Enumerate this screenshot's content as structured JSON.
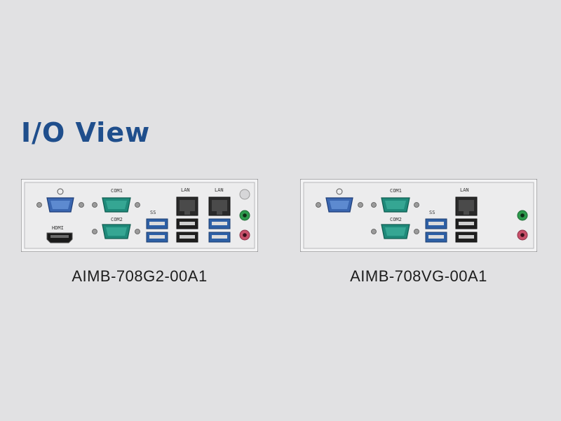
{
  "title": "I/O View",
  "colors": {
    "title": "#1f4e8c",
    "panel": "#eeeeef",
    "com_port": "#1f8a7a",
    "vga_port": "#3a66b0",
    "usb3_port": "#2d5fa5",
    "audio_line_out": "#2e9a4d",
    "audio_mic": "#c8506a"
  },
  "panels": [
    {
      "model": "AIMB-708G2-00A1",
      "ports": [
        "vga-icon",
        "com-port",
        "com-port",
        "hdmi-port",
        "usb3-port",
        "usb3-port",
        "usb-port",
        "usb-port",
        "rj45-port",
        "rj45-port",
        "usb3-port",
        "usb3-port",
        "audio-line-out",
        "audio-mic"
      ]
    },
    {
      "model": "AIMB-708VG-00A1",
      "ports": [
        "vga-icon",
        "com-port",
        "com-port",
        "usb3-port",
        "usb3-port",
        "usb-port",
        "usb-port",
        "rj45-port",
        "audio-line-out",
        "audio-mic"
      ]
    }
  ]
}
